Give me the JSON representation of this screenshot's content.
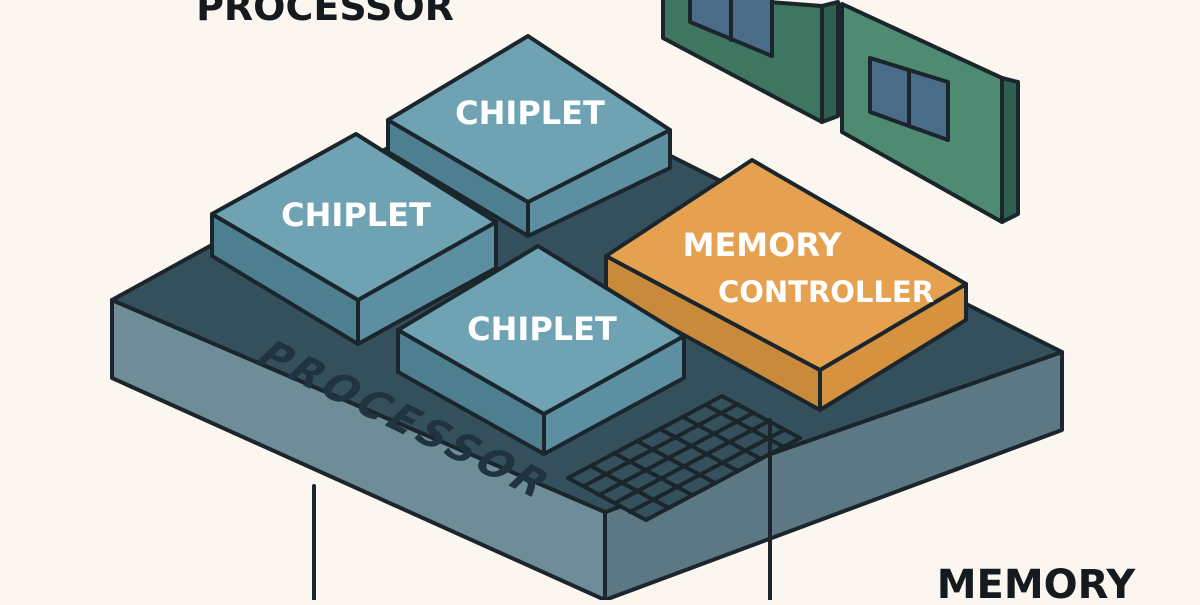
{
  "labels": {
    "top_title": "PROCESSOR",
    "bottom_title": "MEMORY",
    "board_label": "PROCESSOR",
    "chiplet_top": "CHIPLET",
    "chiplet_left": "CHIPLET",
    "chiplet_front": "CHIPLET",
    "controller_line1": "MEMORY",
    "controller_line2": "CONTROLLER"
  },
  "colors": {
    "background": "#fbf7f0",
    "board_top": "#34505d",
    "board_side": "#6f8d99",
    "chiplet_top": "#6fa3b4",
    "chiplet_side": "#4e7f91",
    "controller_top": "#e5a150",
    "controller_side": "#c98a3c",
    "module": "#4f8a72",
    "module_window": "#4b6c88",
    "outline": "#1b252c",
    "label_text": "#ffffff",
    "title_text": "#141a1e"
  }
}
